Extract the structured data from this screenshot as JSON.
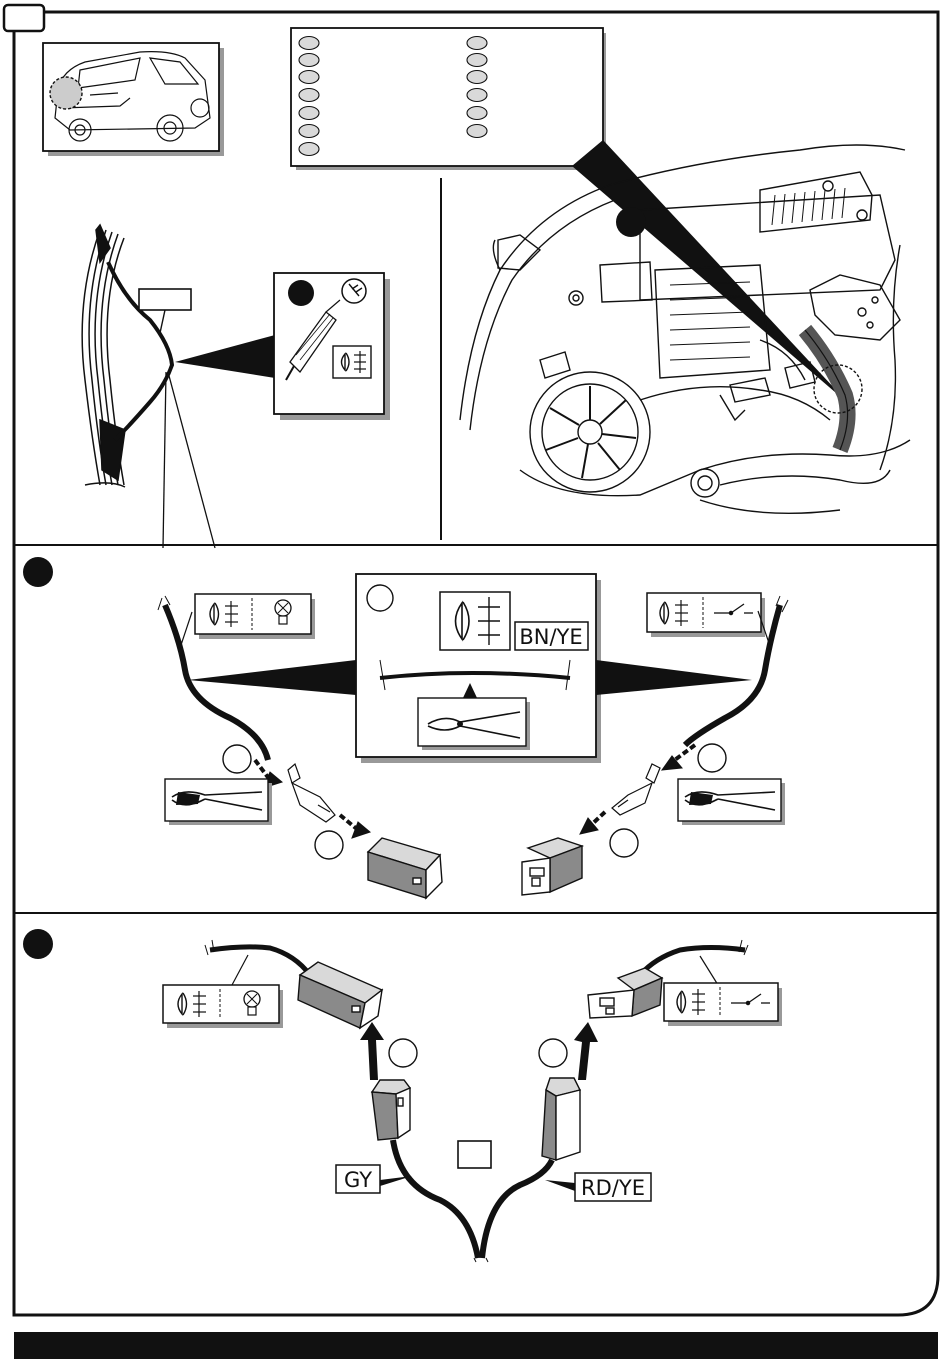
{
  "wire_labels": {
    "brown_yellow": "BN/YE",
    "grey": "GY",
    "red_yellow": "RD/YE"
  },
  "icons": {
    "fog_light": "fog-light-icon",
    "bulb": "bulb-icon",
    "switch": "switch-icon",
    "test_lamp": "test-lamp-icon",
    "ground": "ground-icon",
    "pliers": "side-cutter-icon",
    "crimp_tool": "crimping-tool-icon"
  },
  "colors": {
    "line": "#111111",
    "oval_fill": "#d9d9d9",
    "shadow": "#9a9a9a"
  }
}
